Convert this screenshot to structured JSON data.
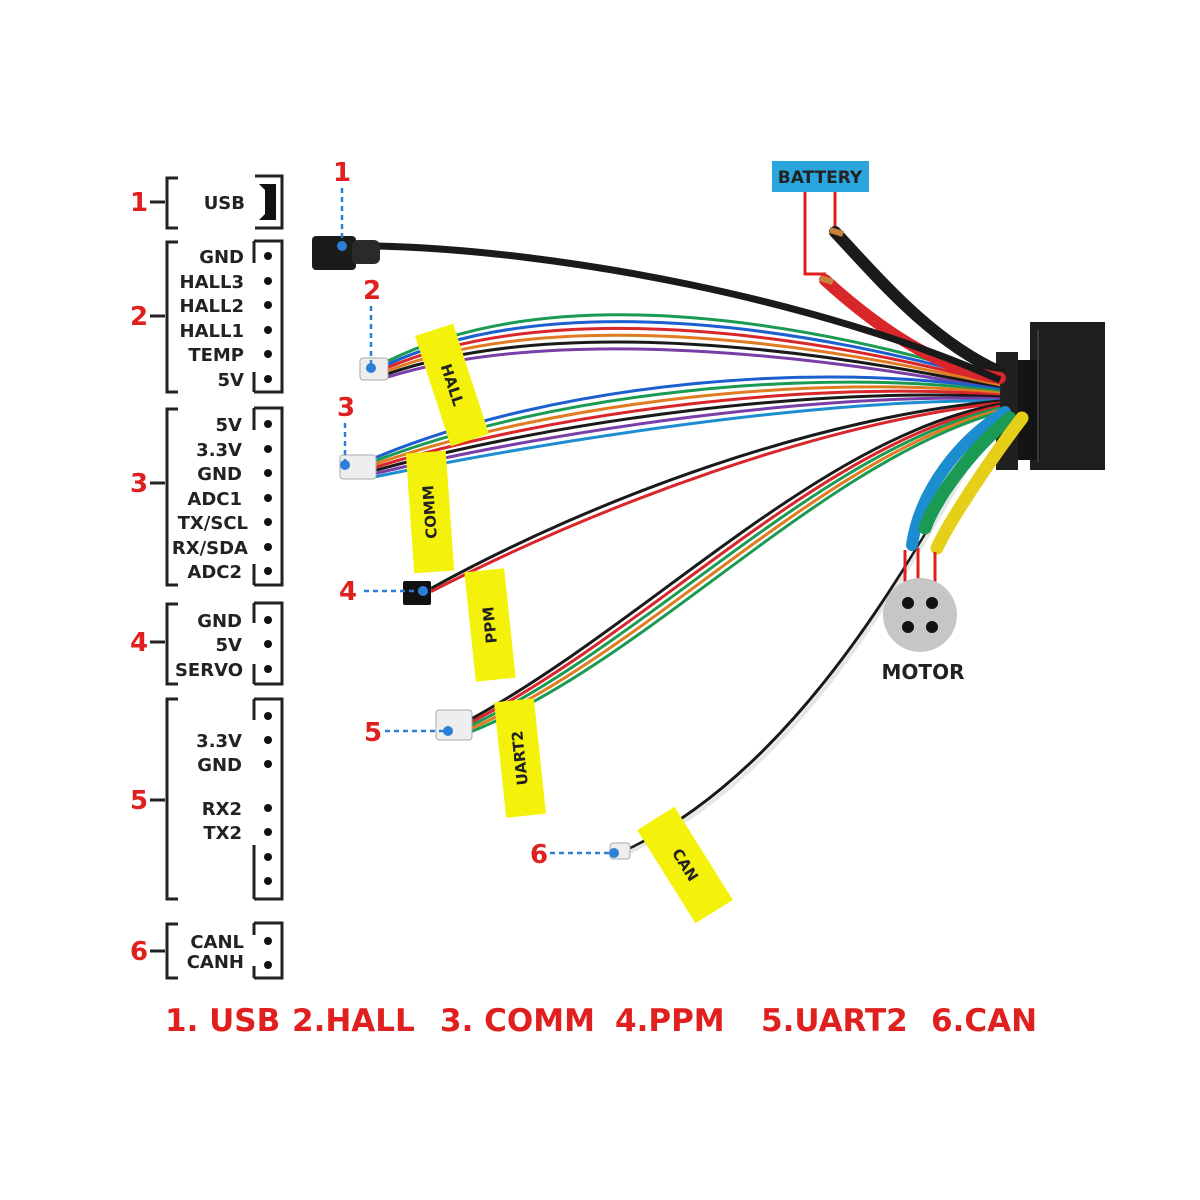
{
  "pinout_groups": [
    {
      "number": "1",
      "pins": [
        "USB"
      ]
    },
    {
      "number": "2",
      "pins": [
        "GND",
        "HALL3",
        "HALL2",
        "HALL1",
        "TEMP",
        "5V"
      ]
    },
    {
      "number": "3",
      "pins": [
        "5V",
        "3.3V",
        "GND",
        "ADC1",
        "TX/SCL",
        "RX/SDA",
        "ADC2"
      ]
    },
    {
      "number": "4",
      "pins": [
        "GND",
        "5V",
        "SERVO"
      ]
    },
    {
      "number": "5",
      "pins": [
        "3.3V",
        "GND",
        "RX2",
        "TX2"
      ]
    },
    {
      "number": "6",
      "pins": [
        "CANL",
        "CANH"
      ]
    }
  ],
  "callouts": [
    "1",
    "2",
    "3",
    "4",
    "5",
    "6"
  ],
  "tags": [
    "HALL",
    "COMM",
    "PPM",
    "UART2",
    "CAN"
  ],
  "battery_label": "BATTERY",
  "motor_label": "MOTOR",
  "legend": [
    "1. USB",
    "2.HALL",
    "3. COMM",
    "4.PPM",
    "5.UART2",
    "6.CAN"
  ],
  "colors": {
    "accent_red": "#e0201e",
    "battery_blue": "#2aa6df",
    "tag_yellow": "#f4f20a",
    "callout_blue": "#2b7fd6"
  }
}
